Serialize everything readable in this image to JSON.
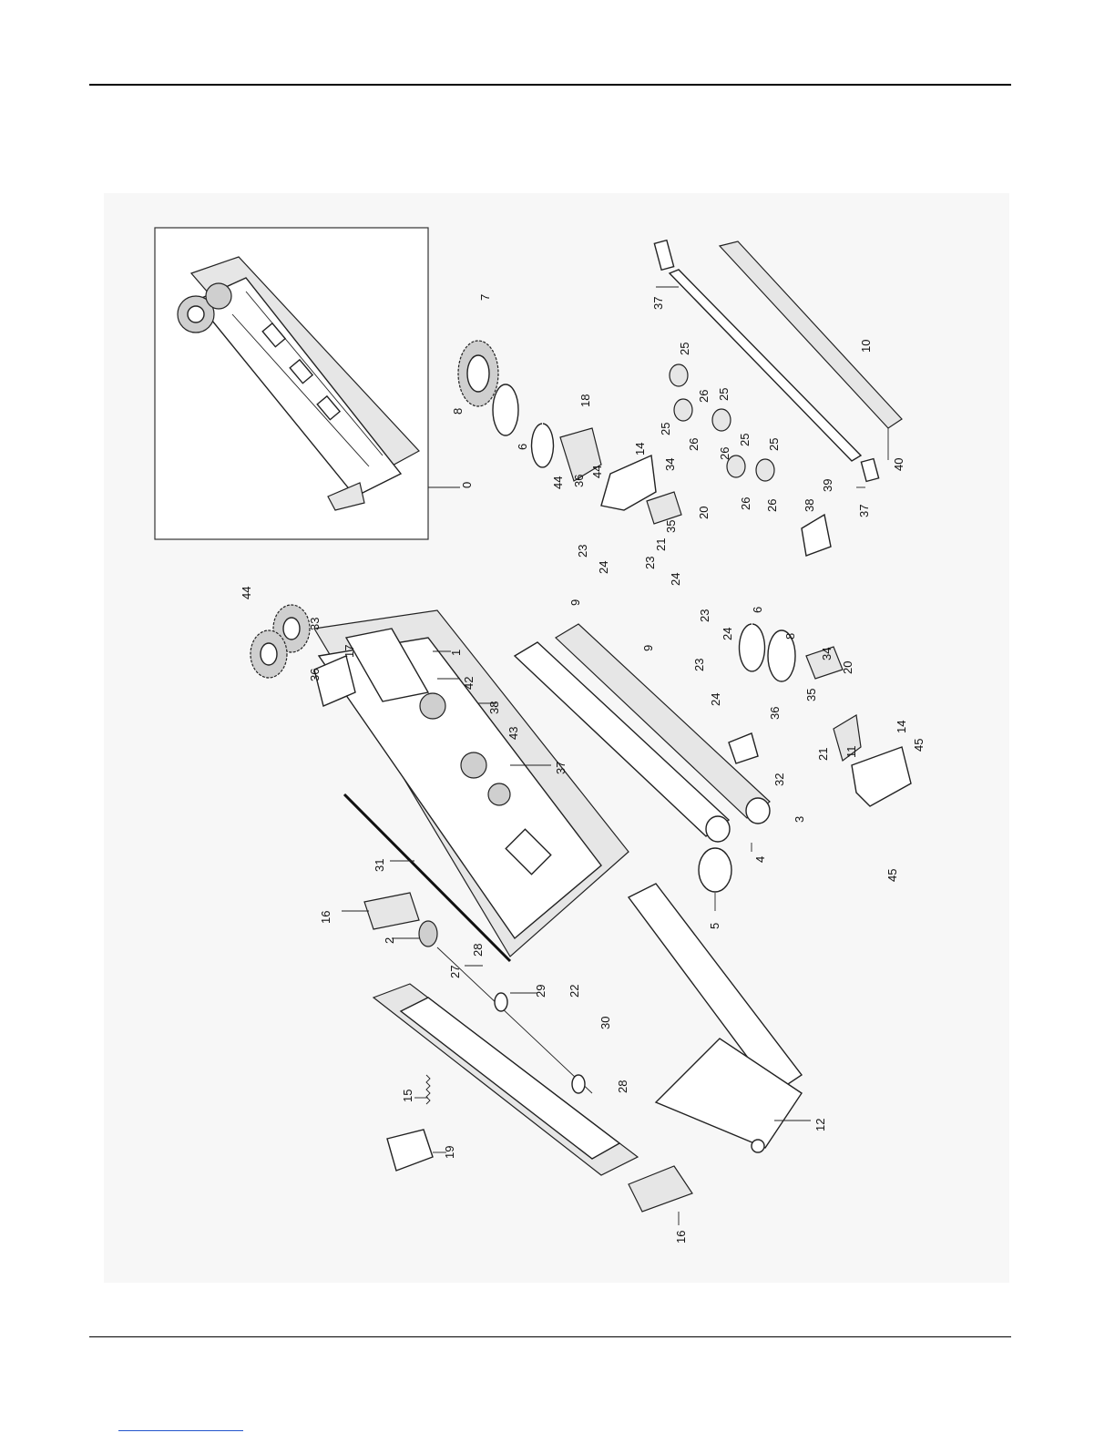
{
  "labels": {
    "0": "0",
    "1": "1",
    "2": "2",
    "3": "3",
    "4": "4",
    "5": "5",
    "6": "6",
    "7": "7",
    "8": "8",
    "9": "9",
    "10": "10",
    "11": "11",
    "12": "12",
    "14": "14",
    "15": "15",
    "16": "16",
    "17": "17",
    "18": "18",
    "19": "19",
    "20": "20",
    "21": "21",
    "22": "22",
    "23": "23",
    "24": "24",
    "25": "25",
    "26": "26",
    "27": "27",
    "28": "28",
    "29": "29",
    "30": "30",
    "31": "31",
    "32": "32",
    "33": "33",
    "34": "34",
    "35": "35",
    "36": "36",
    "37": "37",
    "38": "38",
    "39": "39",
    "40": "40",
    "42": "42",
    "43": "43",
    "44": "44",
    "45": "45"
  }
}
